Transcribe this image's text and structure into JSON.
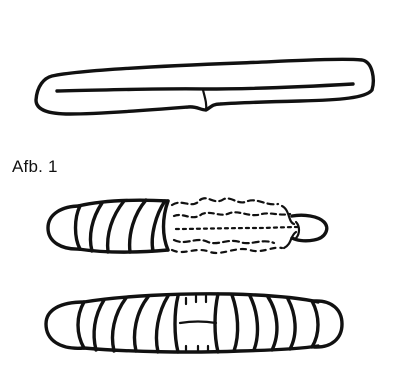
{
  "figure_caption": "Afb. 1",
  "figure_items": [
    {
      "name": "split-elongated-loop"
    },
    {
      "name": "wrapped-bundle-frayed-end"
    },
    {
      "name": "wrapped-bundle-bound-middle"
    }
  ],
  "ink_color": "#111111",
  "background_color": "#ffffff"
}
